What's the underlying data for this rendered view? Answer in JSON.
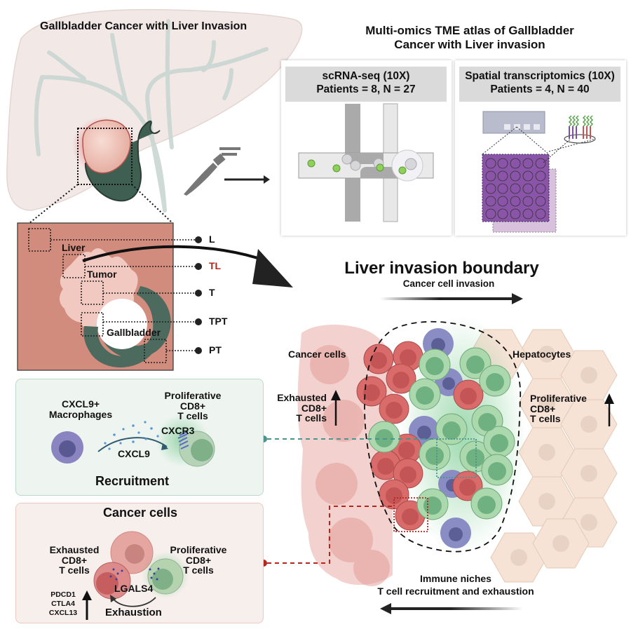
{
  "liver_panel": {
    "title": "Gallbladder Cancer with Liver Invasion"
  },
  "atlas": {
    "title_line1": "Multi-omics TME atlas of Gallbladder",
    "title_line2": "Cancer with Liver invasion",
    "scrna": {
      "label_line1": "scRNA-seq (10X)",
      "label_line2": "Patients = 8, N = 27"
    },
    "spatial": {
      "label_line1": "Spatial transcriptomics (10X)",
      "label_line2": "Patients = 4, N = 40"
    }
  },
  "sampling": {
    "region_labels": {
      "liver": "Liver",
      "tumor": "Tumor",
      "gallbladder": "Gallbladder"
    },
    "sites": [
      {
        "code": "L",
        "color": "#111111"
      },
      {
        "code": "TL",
        "color": "#b3271f"
      },
      {
        "code": "T",
        "color": "#111111"
      },
      {
        "code": "TPT",
        "color": "#111111"
      },
      {
        "code": "PT",
        "color": "#111111"
      }
    ]
  },
  "boundary": {
    "title": "Liver invasion boundary",
    "invasion_label": "Cancer cell invasion",
    "cancer_cells_label": "Cancer cells",
    "hepatocytes_label": "Hepatocytes",
    "exhausted_label": [
      "Exhausted",
      "CD8+",
      "T cells"
    ],
    "proliferative_label": [
      "Proliferative",
      "CD8+",
      "T cells"
    ],
    "bottom_line1": "Immune niches",
    "bottom_line2": "T cell recruitment and exhaustion"
  },
  "recruitment_box": {
    "macrophage_label": [
      "CXCL9+",
      "Macrophages"
    ],
    "tcell_label": [
      "Proliferative",
      "CD8+",
      "T cells"
    ],
    "receptor": "CXCR3",
    "ligand": "CXCL9",
    "process": "Recruitment",
    "accent": "#4a968c"
  },
  "exhaustion_box": {
    "title": "Cancer cells",
    "exhausted_label": [
      "Exhausted",
      "CD8+",
      "T cells"
    ],
    "proliferative_label": [
      "Proliferative",
      "CD8+",
      "T cells"
    ],
    "markers": [
      "PDCD1",
      "CTLA4",
      "CXCL13"
    ],
    "ligand": "LGALS4",
    "process": "Exhaustion",
    "accent": "#b3271f"
  }
}
